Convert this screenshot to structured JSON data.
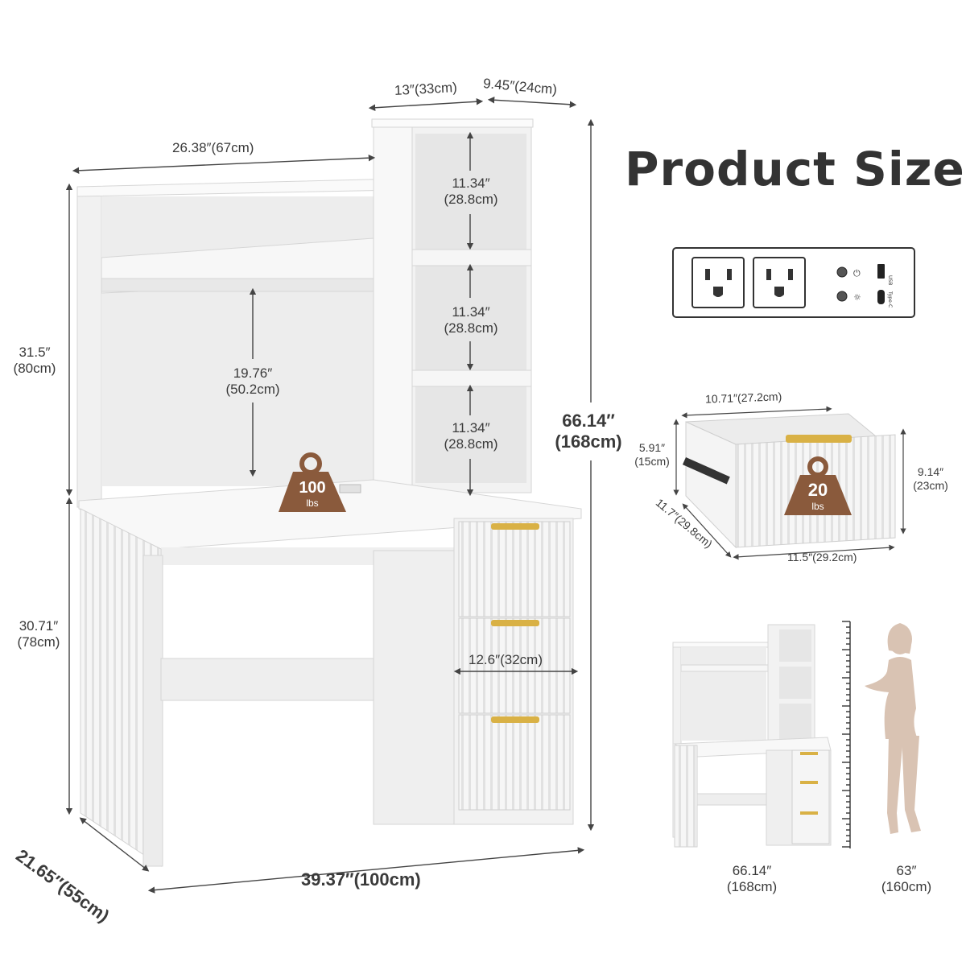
{
  "title": "Product Size",
  "desk": {
    "hutch_width": "26.38″(67cm)",
    "tower_width": "13″(33cm)",
    "tower_depth": "9.45″(24cm)",
    "hutch_height_line1": "31.5″",
    "hutch_height_line2": "(80cm)",
    "shelf_top_line1": "11.34″",
    "shelf_top_line2": "(28.8cm)",
    "shelf_mid_line1": "11.34″",
    "shelf_mid_line2": "(28.8cm)",
    "shelf_bottom_line1": "11.34″",
    "shelf_bottom_line2": "(28.8cm)",
    "clearance_line1": "19.76″",
    "clearance_line2": "(50.2cm)",
    "total_height_line1": "66.14″",
    "total_height_line2": "(168cm)",
    "desk_height_line1": "30.71″",
    "desk_height_line2": "(78cm)",
    "drawer_width": "12.6″(32cm)",
    "desk_depth": "21.65″(55cm)",
    "desk_width": "39.37″(100cm)",
    "weight_value": "100",
    "weight_unit": "lbs"
  },
  "outlet_panel": {
    "usb_label": "USB",
    "typec_label": "Type-C"
  },
  "drawer": {
    "width_top": "10.71″(27.2cm)",
    "height_line1": "5.91″",
    "height_line2": "(15cm)",
    "front_height_line1": "9.14″",
    "front_height_line2": "(23cm)",
    "depth": "11.7″(29.8cm)",
    "front_width": "11.5″(29.2cm)",
    "weight_value": "20",
    "weight_unit": "lbs"
  },
  "comparison": {
    "desk_height_line1": "66.14″",
    "desk_height_line2": "(168cm)",
    "person_height_line1": "63″",
    "person_height_line2": "(160cm)"
  },
  "colors": {
    "furniture": "#f3f3f3",
    "furniture_edge": "#d8d8d8",
    "handle_gold": "#d9b145",
    "badge_brown": "#8a5a3c",
    "person": "#d9c3b3",
    "text": "#3a3a3a"
  }
}
